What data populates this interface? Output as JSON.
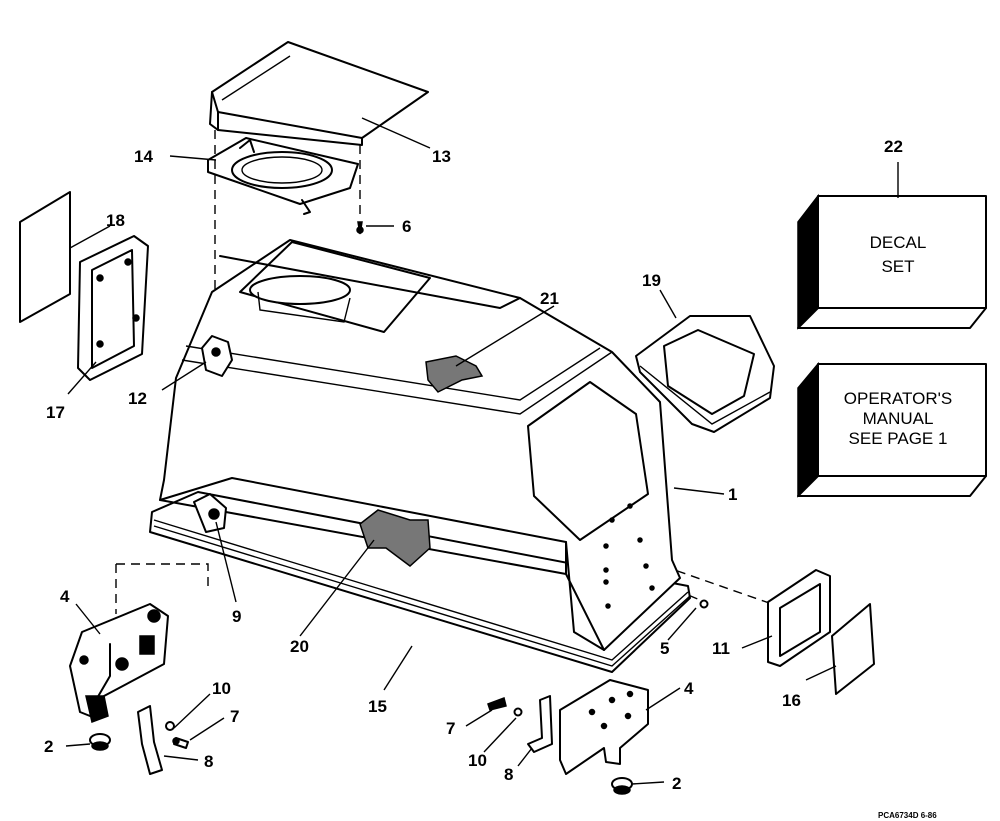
{
  "callouts": {
    "c1": "1",
    "c2a": "2",
    "c2b": "2",
    "c4a": "4",
    "c4b": "4",
    "c5": "5",
    "c6": "6",
    "c7a": "7",
    "c7b": "7",
    "c8a": "8",
    "c8b": "8",
    "c9": "9",
    "c10a": "10",
    "c10b": "10",
    "c11": "11",
    "c12": "12",
    "c13": "13",
    "c14": "14",
    "c15": "15",
    "c16": "16",
    "c17": "17",
    "c18": "18",
    "c19": "19",
    "c20": "20",
    "c21": "21",
    "c22": "22"
  },
  "decal_box": {
    "line1": "DECAL",
    "line2": "SET"
  },
  "manual_box": {
    "line1": "OPERATOR'S",
    "line2": "MANUAL",
    "line3": "SEE PAGE 1"
  },
  "figure_code": "PCA6734D  6-86"
}
